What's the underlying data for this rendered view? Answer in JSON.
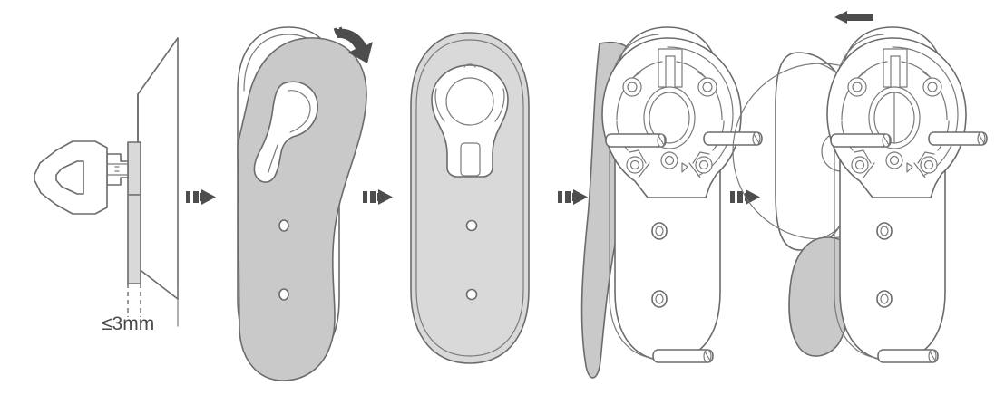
{
  "diagram": {
    "title": "Smart lock installation sequence",
    "type": "installation-step-illustration",
    "panel_count": 5,
    "style": {
      "background": "#ffffff",
      "line_color": "#6b6b6b",
      "line_color_dark": "#4a4a4a",
      "fill_light": "#d9d9d9",
      "fill_mid": "#c9c9c9",
      "fill_white": "#ffffff",
      "arrow_color": "#4d4d4d"
    }
  },
  "annotations": {
    "clearance_label": "≤3mm"
  },
  "steps": [
    {
      "index": 1,
      "name": "key-in-cylinder",
      "description": "Key inserted into euro cylinder protruding from door; cylinder must protrude no more than 3mm",
      "label": "≤3mm",
      "icons": [
        "key-icon",
        "door-panel-icon",
        "cylinder-icon",
        "dimension-line-icon"
      ]
    },
    {
      "index": 2,
      "name": "peel-adhesive-plate",
      "description": "Curved gray cover plate with keyhole cutout being bent or peeled away from the backing plate",
      "label": "",
      "icons": [
        "curved-plate-icon",
        "keyhole-cutout-icon",
        "rotate-arrow-icon"
      ]
    },
    {
      "index": 3,
      "name": "flat-backplate",
      "description": "Flat gray rounded rectangle backplate with cylinder profile opening at top and two screw holes",
      "label": "",
      "icons": [
        "backplate-icon",
        "cylinder-profile-icon",
        "screw-hole-icon"
      ]
    },
    {
      "index": 4,
      "name": "attach-mounting-bracket",
      "description": "White mounting bracket with central oval opening seated on backplate, two long screws inserted horizontally",
      "label": "",
      "icons": [
        "mounting-bracket-icon",
        "screw-icon",
        "screw-boss-icon"
      ]
    },
    {
      "index": 5,
      "name": "slide-lock-body",
      "description": "Circular lock body disc slid onto the bracket from the right, indicated by leftward arrow",
      "label": "",
      "icons": [
        "lock-body-disc-icon",
        "left-arrow-icon",
        "mounting-bracket-icon",
        "screw-icon"
      ]
    }
  ],
  "separators": [
    {
      "name": "step-arrow-1",
      "direction": "right"
    },
    {
      "name": "step-arrow-2",
      "direction": "right"
    },
    {
      "name": "step-arrow-3",
      "direction": "right"
    },
    {
      "name": "step-arrow-4",
      "direction": "right"
    }
  ]
}
